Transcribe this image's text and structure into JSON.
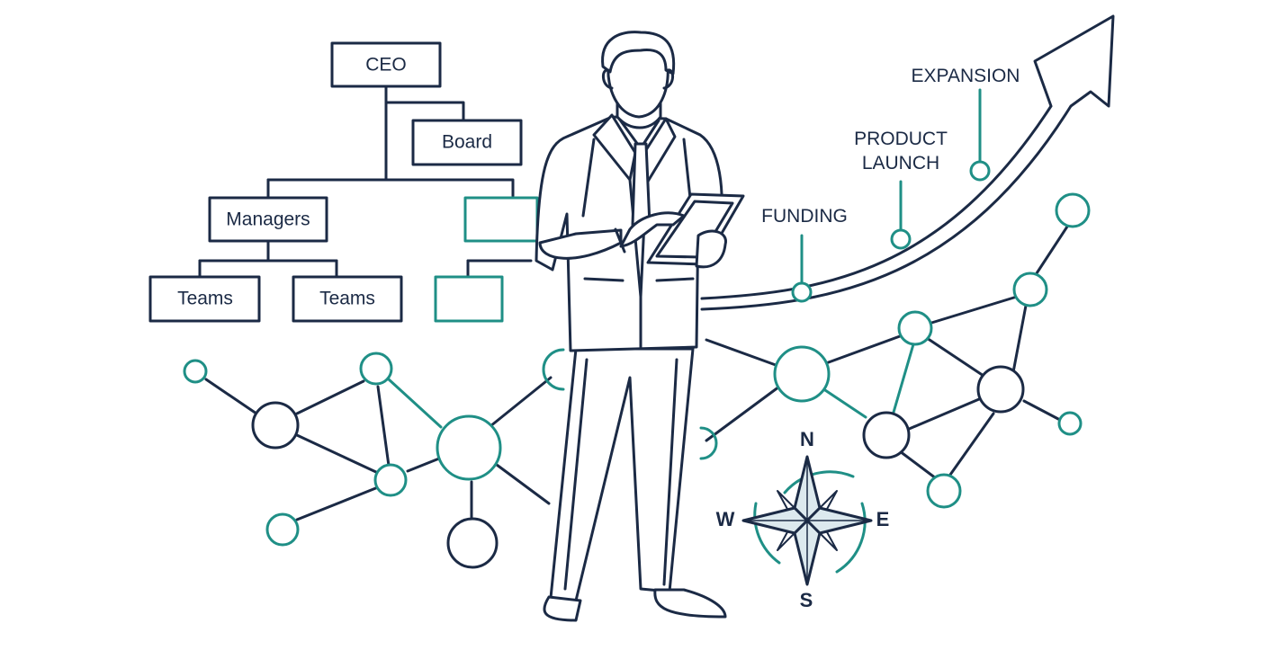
{
  "org_chart": {
    "ceo": "CEO",
    "board": "Board",
    "managers": "Managers",
    "teams_left": "Teams",
    "teams_right": "Teams"
  },
  "milestones": {
    "funding": "FUNDING",
    "product_launch_line1": "PRODUCT",
    "product_launch_line2": "LAUNCH",
    "expansion": "EXPANSION"
  },
  "compass": {
    "north": "N",
    "south": "S",
    "east": "E",
    "west": "W"
  },
  "colors": {
    "navy": "#1b2a45",
    "teal": "#1f8f86",
    "background": "#ffffff"
  },
  "icons": [
    "businessman-figure",
    "tablet-icon",
    "growth-arrow-icon",
    "compass-rose-icon",
    "network-node-icon"
  ]
}
